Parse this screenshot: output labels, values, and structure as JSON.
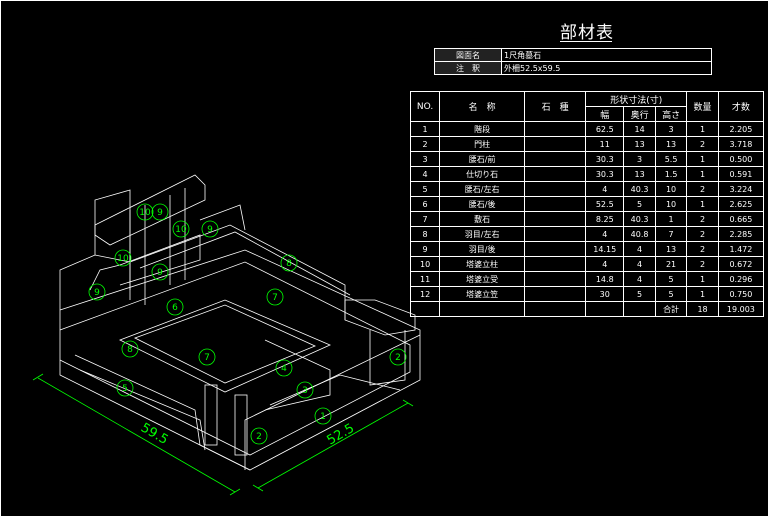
{
  "title": "部材表",
  "info": {
    "rows": [
      {
        "label": "図面名",
        "value": "1尺角墓石"
      },
      {
        "label": "注　釈",
        "value": "外柵52.5x59.5"
      }
    ]
  },
  "parts_table": {
    "headers": {
      "no": "NO.",
      "name": "名　称",
      "stone": "石　種",
      "dims": "形状寸法(寸)",
      "width": "幅",
      "depth": "奥行",
      "height": "高さ",
      "qty": "数量",
      "volume": "才数"
    },
    "rows": [
      {
        "no": "1",
        "name": "階段",
        "w": "62.5",
        "d": "14",
        "h": "3",
        "q": "1",
        "v": "2.205"
      },
      {
        "no": "2",
        "name": "門柱",
        "w": "11",
        "d": "13",
        "h": "13",
        "q": "2",
        "v": "3.718"
      },
      {
        "no": "3",
        "name": "腰石/前",
        "w": "30.3",
        "d": "3",
        "h": "5.5",
        "q": "1",
        "v": "0.500"
      },
      {
        "no": "4",
        "name": "仕切り石",
        "w": "30.3",
        "d": "13",
        "h": "1.5",
        "q": "1",
        "v": "0.591"
      },
      {
        "no": "5",
        "name": "腰石/左右",
        "w": "4",
        "d": "40.3",
        "h": "10",
        "q": "2",
        "v": "3.224"
      },
      {
        "no": "6",
        "name": "腰石/後",
        "w": "52.5",
        "d": "5",
        "h": "10",
        "q": "1",
        "v": "2.625"
      },
      {
        "no": "7",
        "name": "敷石",
        "w": "8.25",
        "d": "40.3",
        "h": "1",
        "q": "2",
        "v": "0.665"
      },
      {
        "no": "8",
        "name": "羽目/左右",
        "w": "4",
        "d": "40.8",
        "h": "7",
        "q": "2",
        "v": "2.285"
      },
      {
        "no": "9",
        "name": "羽目/後",
        "w": "14.15",
        "d": "4",
        "h": "13",
        "q": "2",
        "v": "1.472"
      },
      {
        "no": "10",
        "name": "塔婆立柱",
        "w": "4",
        "d": "4",
        "h": "21",
        "q": "2",
        "v": "0.672"
      },
      {
        "no": "11",
        "name": "塔婆立受",
        "w": "14.8",
        "d": "4",
        "h": "5",
        "q": "1",
        "v": "0.296"
      },
      {
        "no": "12",
        "name": "塔婆立笠",
        "w": "30",
        "d": "5",
        "h": "5",
        "q": "1",
        "v": "0.750"
      }
    ],
    "total": {
      "label": "合計",
      "qty": "18",
      "volume": "19.003"
    }
  },
  "drawing": {
    "dimension_labels": {
      "left": "59.5",
      "right": "52.5"
    },
    "part_callouts": [
      "10",
      "9",
      "10",
      "9",
      "6",
      "7",
      "8",
      "8",
      "7",
      "4",
      "3",
      "2",
      "5",
      "1",
      "2",
      "9",
      "10",
      "9"
    ],
    "line_color": "#ffffff",
    "callout_color": "#00ff00",
    "dimension_color": "#00ff00"
  }
}
